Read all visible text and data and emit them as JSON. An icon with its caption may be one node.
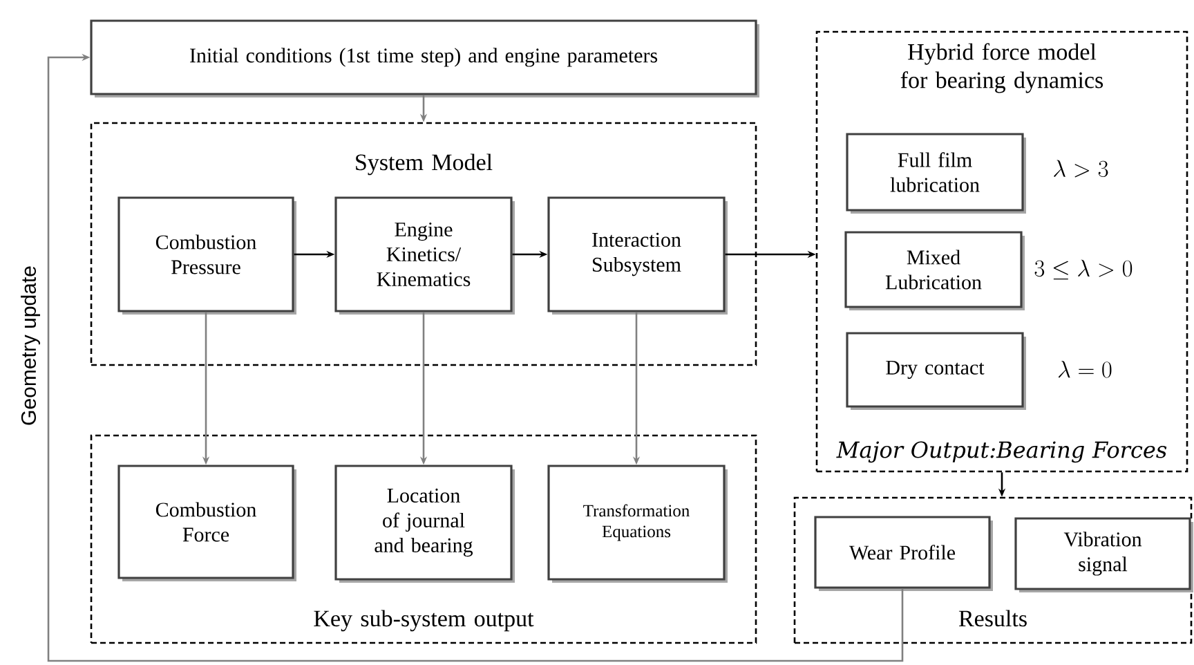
{
  "diagram": {
    "nodes": [
      {
        "text": [
          "Initial conditions (1st time step) and engine parameters"
        ]
      },
      {
        "text": [
          "System Model"
        ]
      },
      {
        "text": [
          "Combustion Pressure"
        ],
        "in": 1
      },
      {
        "text": [
          "Engine Kinetics/ Kinematics"
        ],
        "in": 1
      },
      {
        "text": [
          "Interaction Subsystem"
        ],
        "in": 1
      },
      {
        "text": [
          "Key sub-system output"
        ]
      },
      {
        "text": [
          "Combustion Force"
        ],
        "in": 5
      },
      {
        "text": [
          "Location of journal and bearing"
        ],
        "in": 5
      },
      {
        "text": [
          "Transformation Equations"
        ],
        "in": 5
      },
      {
        "text": [
          "Hybrid force model for bearing dynamics",
          "Major Output:Bearing Forces"
        ]
      },
      {
        "text": [
          "Full film lubrication"
        ],
        "in": 9,
        "beside": [
          "\\lambda > 3"
        ]
      },
      {
        "text": [
          "Mixed Lubrication"
        ],
        "in": 9,
        "beside": [
          "3 \\leq \\lambda > 0"
        ]
      },
      {
        "text": [
          "Dry contact"
        ],
        "in": 9,
        "beside": [
          "\\lambda = 0"
        ]
      },
      {
        "text": [
          "Results"
        ]
      },
      {
        "text": [
          "Wear Profile"
        ],
        "in": 13
      },
      {
        "text": [
          "Vibration signal"
        ],
        "in": 13
      }
    ],
    "edges": [
      {
        "from": 0,
        "to": 1,
        "arrow": "to"
      },
      {
        "from": 2,
        "to": 3,
        "arrow": "to",
        "color": "#000000"
      },
      {
        "from": 3,
        "to": 4,
        "arrow": "to",
        "color": "#000000"
      },
      {
        "from": 4,
        "to": 9,
        "arrow": "to",
        "color": "#000000"
      },
      {
        "from": 2,
        "to": 6,
        "arrow": "to"
      },
      {
        "from": 3,
        "to": 7,
        "arrow": "to"
      },
      {
        "from": 4,
        "to": 8,
        "arrow": "to"
      },
      {
        "from": 9,
        "to": 13,
        "arrow": "to",
        "color": "#000000"
      },
      {
        "from": 14,
        "to": 0,
        "arrow": "to",
        "label": "Geometry update"
      }
    ]
  }
}
